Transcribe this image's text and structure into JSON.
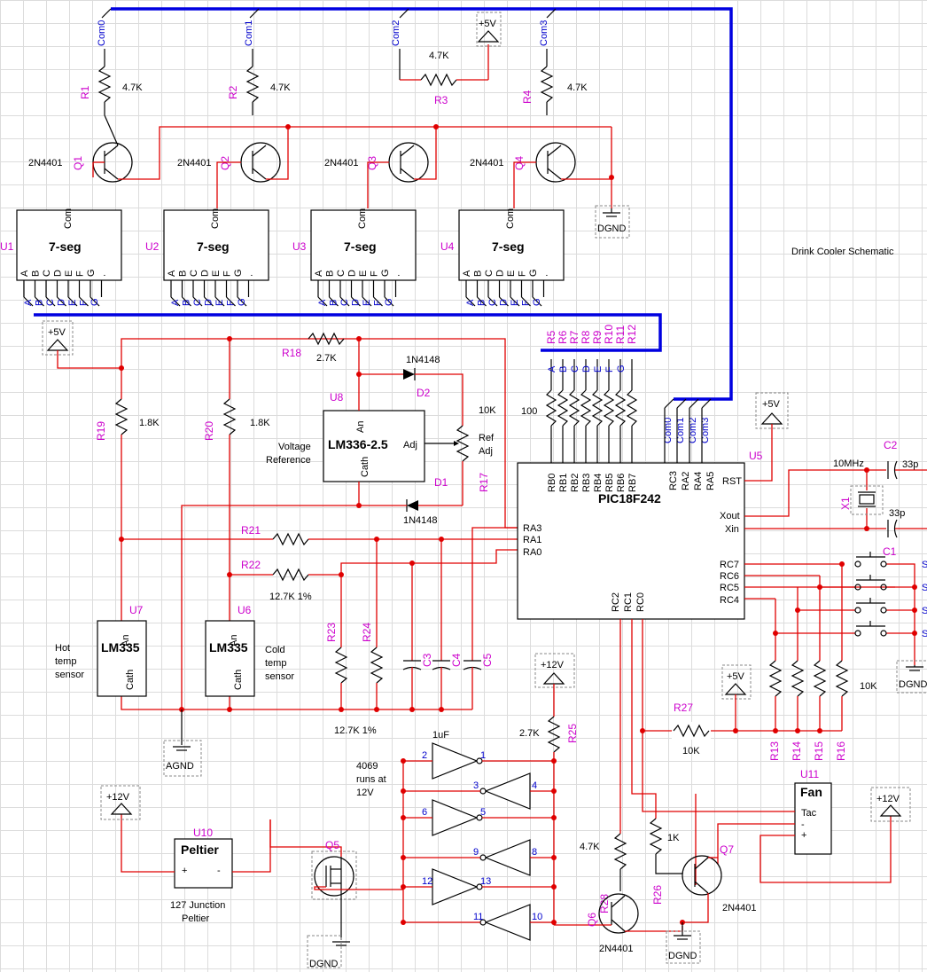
{
  "title": "Drink Cooler Schematic",
  "parts": {
    "r1": {
      "ref": "R1",
      "value": "4.7K"
    },
    "r2": {
      "ref": "R2",
      "value": "4.7K"
    },
    "r3": {
      "ref": "R3",
      "value": "4.7K"
    },
    "r4": {
      "ref": "R4",
      "value": "4.7K"
    },
    "r5_12": {
      "refs": [
        "R5",
        "R6",
        "R7",
        "R8",
        "R9",
        "R10",
        "R11",
        "R12"
      ],
      "value": "100"
    },
    "r13_16": {
      "refs": [
        "R13",
        "R14",
        "R15",
        "R16"
      ],
      "value": "10K"
    },
    "r17": {
      "ref": "R17",
      "value": "10K",
      "label1": "Ref",
      "label2": "Adj"
    },
    "r18": {
      "ref": "R18",
      "value": "2.7K"
    },
    "r19": {
      "ref": "R19",
      "value": "1.8K"
    },
    "r20": {
      "ref": "R20",
      "value": "1.8K"
    },
    "r21": {
      "ref": "R21"
    },
    "r22": {
      "ref": "R22",
      "value": "12.7K 1%"
    },
    "r23": {
      "ref": "R23"
    },
    "r24": {
      "ref": "R24",
      "value": "12.7K 1%"
    },
    "r25": {
      "ref": "R25",
      "value": "2.7K"
    },
    "r26": {
      "ref": "R26",
      "value": "1K"
    },
    "r27": {
      "ref": "R27",
      "value": "10K"
    },
    "r28": {
      "ref": "R28",
      "value": "4.7K"
    },
    "q1": {
      "ref": "Q1",
      "value": "2N4401"
    },
    "q2": {
      "ref": "Q2",
      "value": "2N4401"
    },
    "q3": {
      "ref": "Q3",
      "value": "2N4401"
    },
    "q4": {
      "ref": "Q4",
      "value": "2N4401"
    },
    "q5": {
      "ref": "Q5"
    },
    "q6": {
      "ref": "Q6",
      "value": "2N4401"
    },
    "q7": {
      "ref": "Q7",
      "value": "2N4401"
    },
    "u1": {
      "ref": "U1"
    },
    "u2": {
      "ref": "U2"
    },
    "u3": {
      "ref": "U3"
    },
    "u4": {
      "ref": "U4"
    },
    "seg": {
      "com": "Com",
      "name": "7-seg",
      "pins": [
        "A",
        "B",
        "C",
        "D",
        "E",
        "F",
        "G",
        "."
      ]
    },
    "u5": {
      "ref": "U5",
      "name": "PIC18F242",
      "rb": [
        "RB0",
        "RB1",
        "RB2",
        "RB3",
        "RB4",
        "RB5",
        "RB6",
        "RB7"
      ],
      "rc3": "RC3",
      "ra2": "RA2",
      "ra4": "RA4",
      "ra5": "RA5",
      "rst": "RST",
      "xout": "Xout",
      "xin": "Xin",
      "ra3": "RA3",
      "ra1": "RA1",
      "ra0": "RA0",
      "rc7": "RC7",
      "rc6": "RC6",
      "rc5": "RC5",
      "rc4": "RC4",
      "rc2": "RC2",
      "rc1": "RC1",
      "rc0": "RC0"
    },
    "u6": {
      "ref": "U6",
      "name": "LM335",
      "an": "An",
      "cath": "Cath",
      "desc1": "Cold",
      "desc2": "temp",
      "desc3": "sensor"
    },
    "u7": {
      "ref": "U7",
      "name": "LM335",
      "an": "An",
      "cath": "Cath",
      "desc1": "Hot",
      "desc2": "temp",
      "desc3": "sensor"
    },
    "u8": {
      "ref": "U8",
      "name": "LM336-2.5",
      "an": "An",
      "cath": "Cath",
      "adj": "Adj",
      "desc1": "Voltage",
      "desc2": "Reference"
    },
    "u10": {
      "ref": "U10",
      "name": "Peltier",
      "plus": "+",
      "minus": "-",
      "desc1": "127 Junction",
      "desc2": "Peltier"
    },
    "u11": {
      "ref": "U11",
      "name": "Fan",
      "tac": "Tac",
      "minus": "-",
      "plus": "+"
    },
    "d1": {
      "ref": "D1",
      "value": "1N4148"
    },
    "d2": {
      "ref": "D2",
      "value": "1N4148"
    },
    "c1": {
      "ref": "C1"
    },
    "c2": {
      "ref": "C2",
      "value": "33p"
    },
    "c3": {
      "ref": "C3"
    },
    "c4": {
      "ref": "C4"
    },
    "c5": {
      "ref": "C5"
    },
    "c6value": "33p",
    "x1": {
      "ref": "X1",
      "value": "10MHz"
    },
    "inv": {
      "cap": "1uF",
      "desc1": "4069",
      "desc2": "runs at",
      "desc3": "12V",
      "pins": [
        "2",
        "1",
        "4",
        "3",
        "6",
        "5",
        "8",
        "9",
        "12",
        "13",
        "10",
        "11"
      ]
    }
  },
  "nets": {
    "com": [
      "Com0",
      "Com1",
      "Com2",
      "Com3"
    ],
    "seg": [
      "A",
      "B",
      "C",
      "D",
      "E",
      "F",
      "G"
    ],
    "p5v": "+5V",
    "p12v": "+12V",
    "dgnd": "DGND",
    "agnd": "AGND",
    "switch": "S"
  }
}
